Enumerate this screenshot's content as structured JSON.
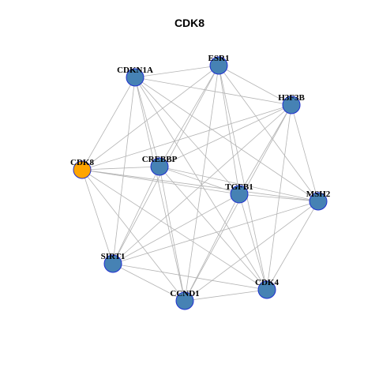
{
  "title": "CDK8",
  "colors": {
    "node_fill": "#4682b4",
    "node_highlight_fill": "#ffa500",
    "node_border": "#1f2fd0",
    "edge": "#b3b3b3"
  },
  "highlight_node": "CDK8",
  "nodes": [
    {
      "id": "ESR1",
      "label": "ESR1"
    },
    {
      "id": "H3F3B",
      "label": "H3F3B"
    },
    {
      "id": "MSH2",
      "label": "MSH2"
    },
    {
      "id": "CDK4",
      "label": "CDK4"
    },
    {
      "id": "CCND1",
      "label": "CCND1"
    },
    {
      "id": "SIRT1",
      "label": "SIRT1"
    },
    {
      "id": "CDK8",
      "label": "CDK8"
    },
    {
      "id": "CDKN1A",
      "label": "CDKN1A"
    },
    {
      "id": "CREBBP",
      "label": "CREBBP"
    },
    {
      "id": "TGFB1",
      "label": "TGFB1"
    }
  ],
  "edges": [
    [
      "CDKN1A",
      "ESR1"
    ],
    [
      "CDKN1A",
      "H3F3B"
    ],
    [
      "CDKN1A",
      "CDK8"
    ],
    [
      "CDKN1A",
      "CREBBP"
    ],
    [
      "CDKN1A",
      "TGFB1"
    ],
    [
      "CDKN1A",
      "MSH2"
    ],
    [
      "CDKN1A",
      "SIRT1"
    ],
    [
      "CDKN1A",
      "CCND1"
    ],
    [
      "CDKN1A",
      "CDK4"
    ],
    [
      "ESR1",
      "H3F3B"
    ],
    [
      "ESR1",
      "CDK8"
    ],
    [
      "ESR1",
      "CREBBP"
    ],
    [
      "ESR1",
      "TGFB1"
    ],
    [
      "ESR1",
      "MSH2"
    ],
    [
      "ESR1",
      "SIRT1"
    ],
    [
      "ESR1",
      "CCND1"
    ],
    [
      "ESR1",
      "CDK4"
    ],
    [
      "H3F3B",
      "CDK8"
    ],
    [
      "H3F3B",
      "CREBBP"
    ],
    [
      "H3F3B",
      "TGFB1"
    ],
    [
      "H3F3B",
      "MSH2"
    ],
    [
      "H3F3B",
      "SIRT1"
    ],
    [
      "H3F3B",
      "CCND1"
    ],
    [
      "H3F3B",
      "CDK4"
    ],
    [
      "CDK8",
      "CREBBP"
    ],
    [
      "CDK8",
      "TGFB1"
    ],
    [
      "CDK8",
      "MSH2"
    ],
    [
      "CDK8",
      "SIRT1"
    ],
    [
      "CDK8",
      "CCND1"
    ],
    [
      "CDK8",
      "CDK4"
    ],
    [
      "CREBBP",
      "TGFB1"
    ],
    [
      "CREBBP",
      "MSH2"
    ],
    [
      "CREBBP",
      "SIRT1"
    ],
    [
      "CREBBP",
      "CCND1"
    ],
    [
      "CREBBP",
      "CDK4"
    ],
    [
      "TGFB1",
      "MSH2"
    ],
    [
      "TGFB1",
      "SIRT1"
    ],
    [
      "TGFB1",
      "CCND1"
    ],
    [
      "TGFB1",
      "CDK4"
    ],
    [
      "MSH2",
      "SIRT1"
    ],
    [
      "MSH2",
      "CCND1"
    ],
    [
      "MSH2",
      "CDK4"
    ],
    [
      "SIRT1",
      "CCND1"
    ],
    [
      "SIRT1",
      "CDK4"
    ],
    [
      "CCND1",
      "CDK4"
    ]
  ]
}
